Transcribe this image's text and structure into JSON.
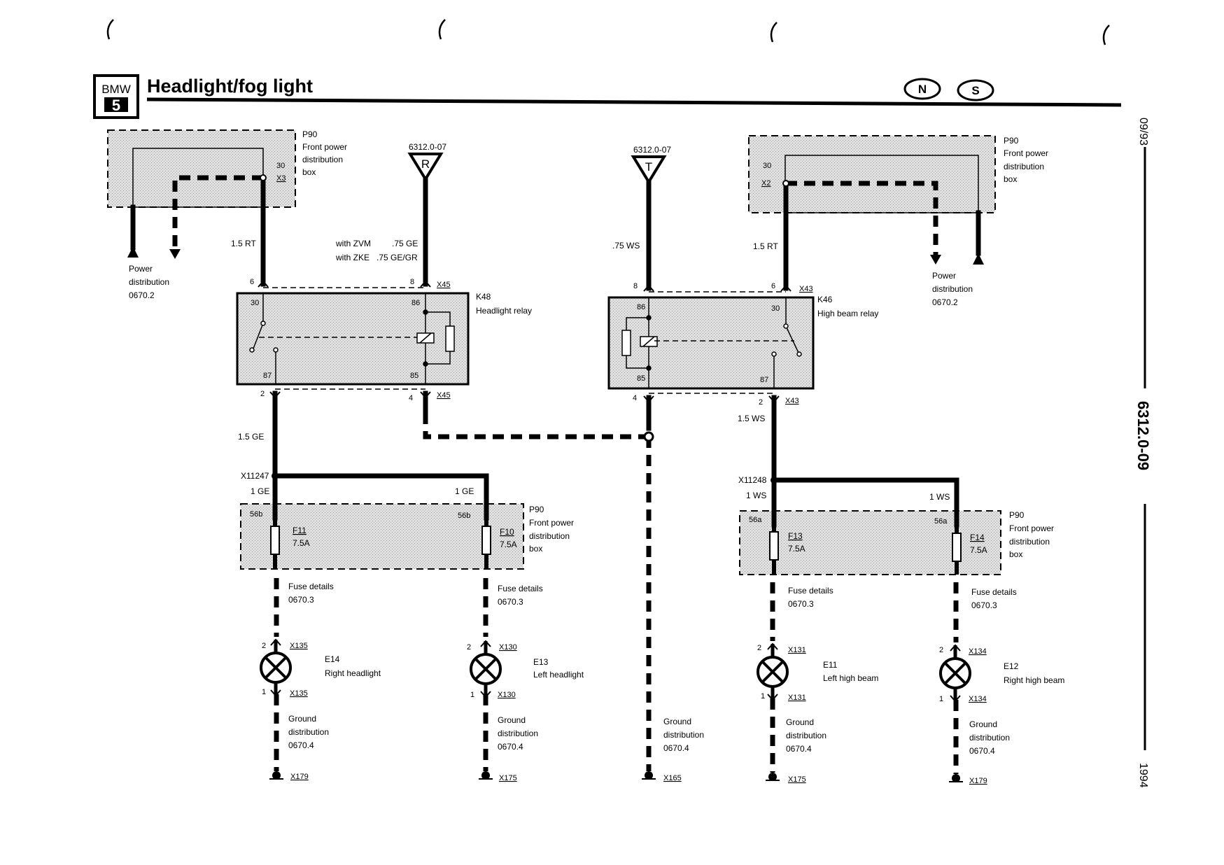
{
  "header": {
    "brand": "BMW",
    "series": "5",
    "title": "Headlight/fog light",
    "badges": [
      "N",
      "S"
    ]
  },
  "side": {
    "date": "09/93",
    "doc_number": "6312.0-09",
    "year": "1994"
  },
  "labels": {
    "p90_name": "P90",
    "p90_desc1": "Front power",
    "p90_desc2": "distribution",
    "p90_desc3": "box",
    "pwr1": "Power",
    "pwr2": "distribution",
    "pwr_ref": "0670.2",
    "ref_r": "6312.0-07",
    "conn_r": "R",
    "ref_t": "6312.0-07",
    "conn_t": "T",
    "k48_name": "K48",
    "k48_desc": "Headlight relay",
    "k46_name": "K46",
    "k46_desc": "High beam relay",
    "fuse_details": "Fuse details",
    "fuse_ref": "0670.3",
    "gnd1": "Ground",
    "gnd2": "distribution",
    "gnd_ref": "0670.4",
    "e14_name": "E14",
    "e14_desc": "Right headlight",
    "e13_name": "E13",
    "e13_desc": "Left headlight",
    "e11_name": "E11",
    "e11_desc": "Left high beam",
    "e12_name": "E12",
    "e12_desc": "Right high beam"
  },
  "wires": {
    "w_15rt": "1.5 RT",
    "w_zvm": "with ZVM",
    "w_zvm_val": ".75 GE",
    "w_zke": "with ZKE",
    "w_zke_val": ".75 GE/GR",
    "w_75ws": ".75 WS",
    "w_15ge": "1.5 GE",
    "w_1ge": "1 GE",
    "w_15ws": "1.5 WS",
    "w_1ws": "1 WS"
  },
  "connectors": {
    "x3": "X3",
    "x2": "X2",
    "x45": "X45",
    "x43": "X43",
    "x11247": "X11247",
    "x11248": "X11248",
    "x135": "X135",
    "x130": "X130",
    "x131": "X131",
    "x134": "X134",
    "x179": "X179",
    "x175": "X175",
    "x165": "X165"
  },
  "fuses": {
    "f11": "F11",
    "f10": "F10",
    "f13": "F13",
    "f14": "F14",
    "rating": "7.5A",
    "t56b": "56b",
    "t56a": "56a"
  },
  "pins": {
    "p30": "30",
    "p6": "6",
    "p8": "8",
    "p2": "2",
    "p4": "4",
    "p1": "1",
    "p86": "86",
    "p85": "85",
    "p87": "87"
  }
}
